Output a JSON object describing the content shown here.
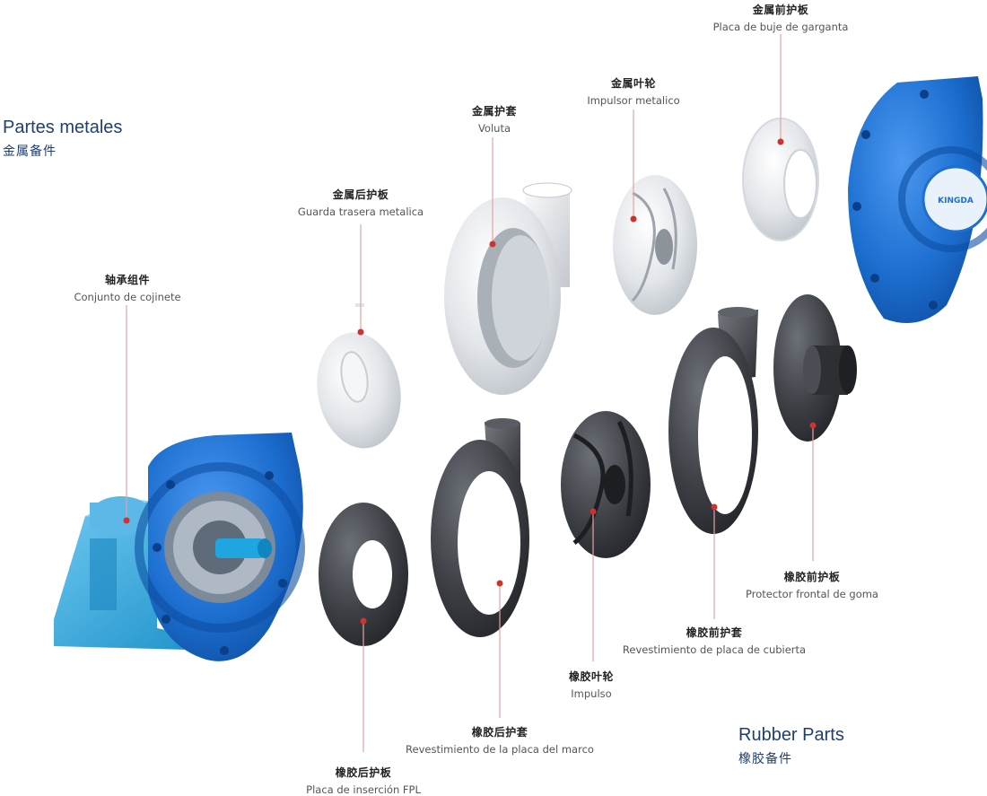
{
  "sections": {
    "metal": {
      "title": "Partes metales",
      "subtitle": "金属备件"
    },
    "rubber": {
      "title": "Rubber Parts",
      "subtitle": "橡胶备件"
    }
  },
  "parts": {
    "throat_bush": {
      "zh": "金属前护板",
      "es": "Placa de buje de garganta"
    },
    "metal_impeller": {
      "zh": "金属叶轮",
      "es": "Impulsor metalico"
    },
    "volute": {
      "zh": "金属护套",
      "es": "Voluta"
    },
    "metal_back_guard": {
      "zh": "金属后护板",
      "es": "Guarda trasera metalica"
    },
    "bearing": {
      "zh": "轴承组件",
      "es": "Conjunto de cojinete"
    },
    "rubber_front_guard": {
      "zh": "橡胶前护板",
      "es": "Protector frontal de goma"
    },
    "cover_liner": {
      "zh": "橡胶前护套",
      "es": "Revestimiento de placa de cubierta"
    },
    "rubber_impeller": {
      "zh": "橡胶叶轮",
      "es": "Impulso"
    },
    "frame_liner": {
      "zh": "橡胶后护套",
      "es": "Revestimiento de la placa del marco"
    },
    "fpl": {
      "zh": "橡胶后护板",
      "es": "Placa de inserción FPL"
    }
  },
  "logo": {
    "brand": "KINGDA"
  },
  "colors": {
    "title": "#1f3f73",
    "leader": "#e3a3a3",
    "dot": "#d0322d",
    "metal": "#e4e7eb",
    "rubber": "#3a3d42",
    "pump_blue": "#1d6fd0"
  }
}
